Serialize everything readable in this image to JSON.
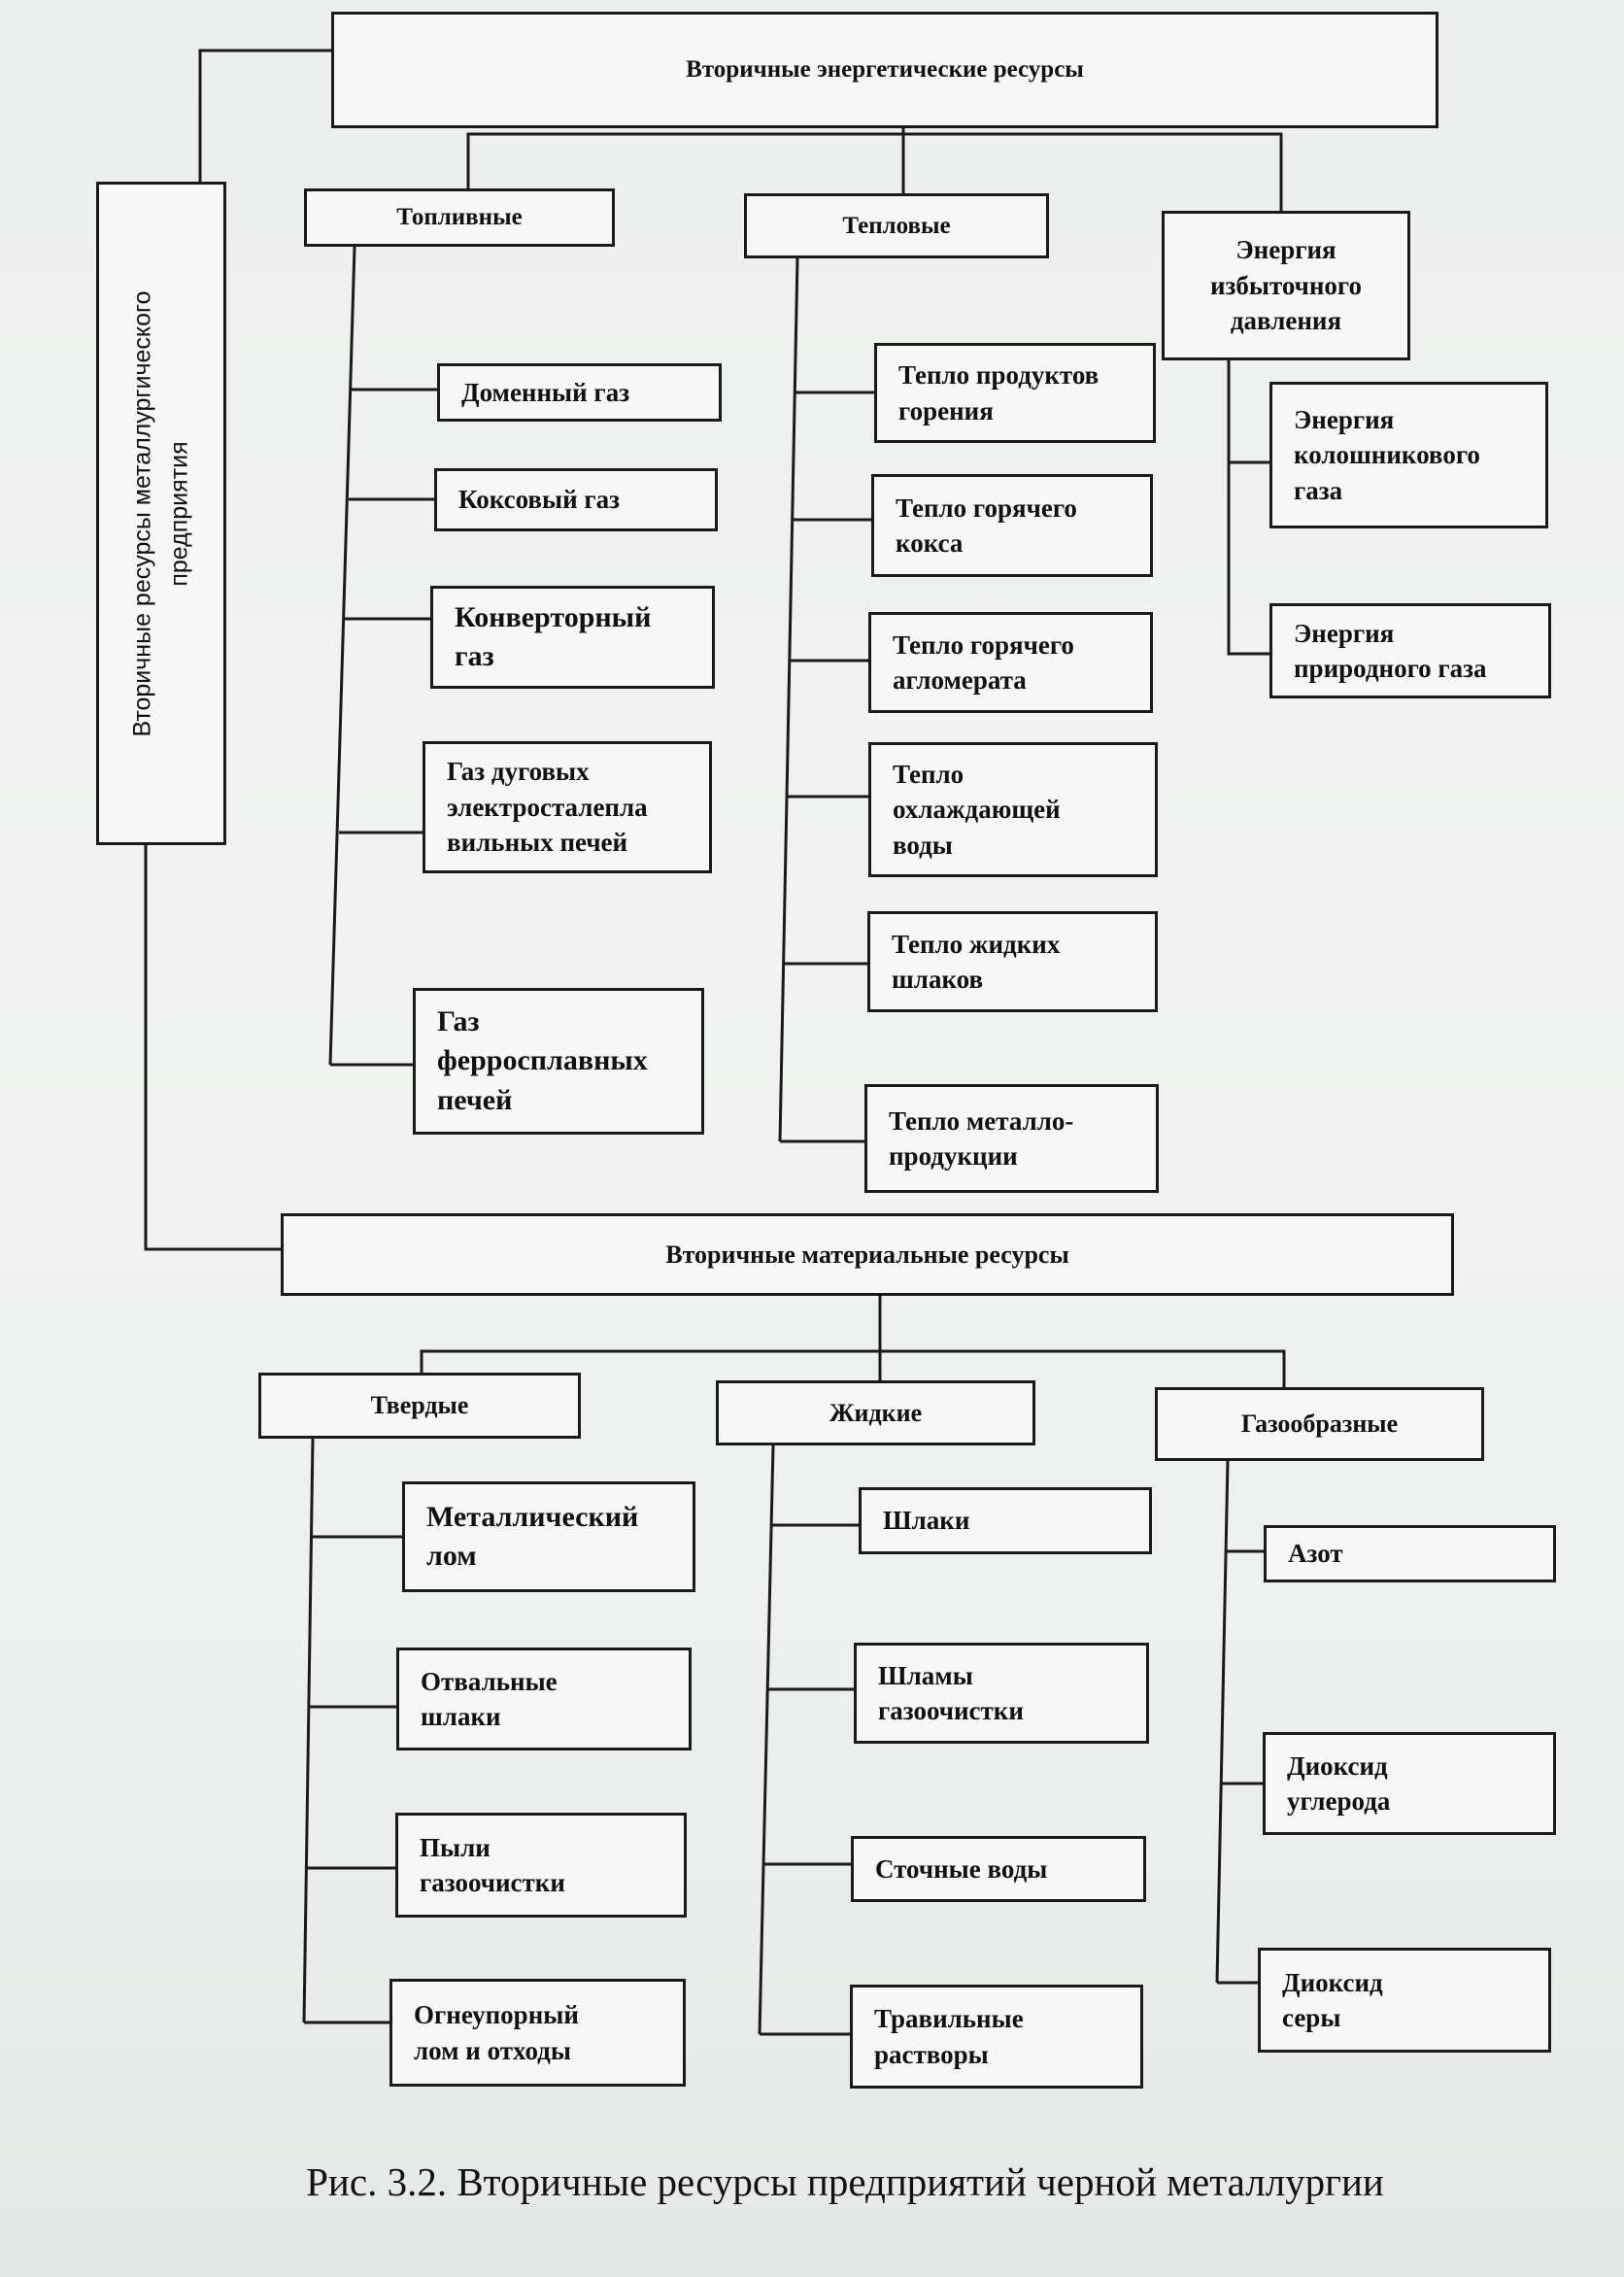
{
  "root": {
    "energy": "Вторичные энергетические ресурсы",
    "side": "Вторичные ресурсы металлургического\nпредприятия",
    "material": "Вторичные материальные ресурсы"
  },
  "energy_groups": {
    "fuel": {
      "title": "Топливные",
      "items": [
        "Доменный газ",
        "Коксовый газ",
        "Конверторный\nгаз",
        "Газ дуговых\nэлектросталепла\nвильных печей",
        "Газ\nферросплавных\nпечей"
      ]
    },
    "heat": {
      "title": "Тепловые",
      "items": [
        "Тепло продуктов\nгорения",
        "Тепло горячего\nкокса",
        "Тепло горячего\nагломерата",
        "Тепло\nохлаждающей\nводы",
        "Тепло жидких\nшлаков",
        "Тепло металло-\nпродукции"
      ]
    },
    "pressure": {
      "title": "Энергия\nизбыточного\nдавления",
      "items": [
        "Энергия\nколошникового\nгаза",
        "Энергия\nприродного газа"
      ]
    }
  },
  "material_groups": {
    "solid": {
      "title": "Твердые",
      "items": [
        "Металлический\nлом",
        "Отвальные\nшлаки",
        "Пыли\nгазоочистки",
        "Огнеупорный\nлом и отходы"
      ]
    },
    "liquid": {
      "title": "Жидкие",
      "items": [
        "Шлаки",
        "Шламы\nгазоочистки",
        "Сточные воды",
        "Травильные\nрастворы"
      ]
    },
    "gas": {
      "title": "Газообразные",
      "items": [
        "Азот",
        "Диоксид\nуглерода",
        "Диоксид\nсеры"
      ]
    }
  },
  "caption": "Рис. 3.2. Вторичные ресурсы предприятий черной металлургии"
}
